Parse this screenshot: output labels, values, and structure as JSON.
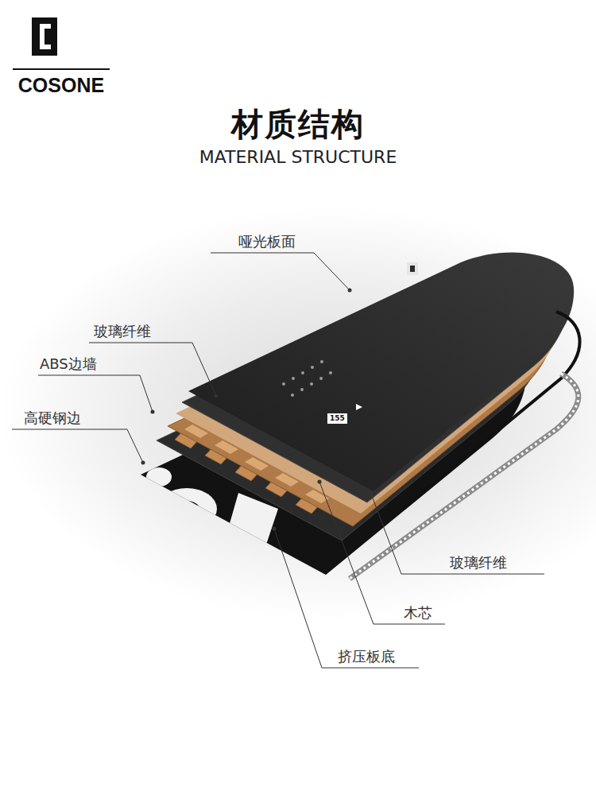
{
  "diagram": {
    "title": "材质结构",
    "labels": [
      "COSONE",
      "MATERIAL STRUCTURE",
      "哑光板面",
      "玻璃纤维",
      "ABS边墙",
      "高硬钢边",
      "玻璃纤维",
      "木芯",
      "挤压板底",
      "155"
    ]
  }
}
